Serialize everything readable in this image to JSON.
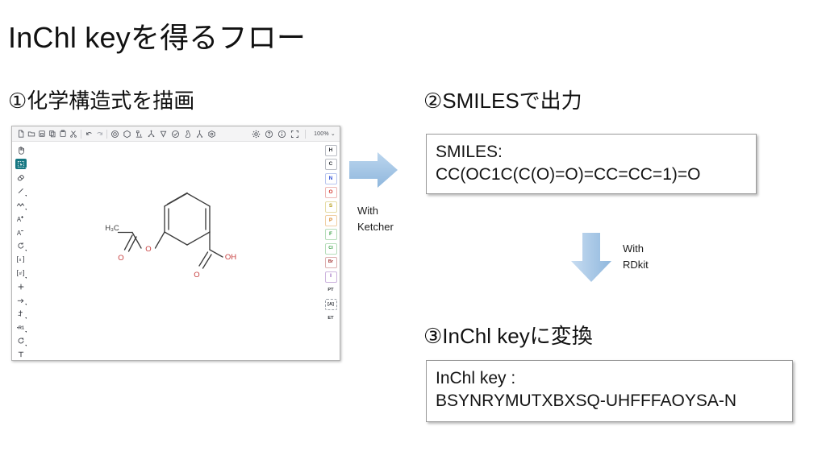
{
  "slide": {
    "title": "InChl keyを得るフロー",
    "steps": {
      "step1": "①化学構造式を描画",
      "step2": "②SMILESで出力",
      "step3": "③InChl keyに変換"
    }
  },
  "ketcher": {
    "zoom_level": "100%",
    "top_toolbar": [
      {
        "name": "new-file-icon",
        "label": "New"
      },
      {
        "name": "open-file-icon",
        "label": "Open"
      },
      {
        "name": "save-file-icon",
        "label": "Save"
      },
      {
        "name": "copy-icon",
        "label": "Copy"
      },
      {
        "name": "paste-icon",
        "label": "Paste"
      },
      {
        "name": "cut-icon",
        "label": "Cut"
      },
      {
        "name": "undo-icon",
        "label": "Undo"
      },
      {
        "name": "redo-icon",
        "label": "Redo"
      },
      {
        "name": "aromatize-icon",
        "label": "Aromatize"
      },
      {
        "name": "dearomatize-icon",
        "label": "Dearomatize"
      },
      {
        "name": "layout-icon",
        "label": "Layout"
      },
      {
        "name": "clean-up-icon",
        "label": "Clean Up"
      },
      {
        "name": "calculate-cip-icon",
        "label": "Calculate CIP"
      },
      {
        "name": "check-structure-icon",
        "label": "Check Structure"
      },
      {
        "name": "calculated-values-icon",
        "label": "Calculated Values"
      },
      {
        "name": "add-rgroup-icon",
        "label": "Add R-Group"
      },
      {
        "name": "3d-viewer-icon",
        "label": "3D Viewer"
      }
    ],
    "top_toolbar_right": [
      {
        "name": "settings-gear-icon",
        "label": "Settings"
      },
      {
        "name": "help-icon",
        "label": "Help"
      },
      {
        "name": "about-info-icon",
        "label": "About"
      },
      {
        "name": "fullscreen-icon",
        "label": "Fullscreen"
      }
    ],
    "left_toolbar": [
      {
        "name": "hand-tool",
        "label": "Hand tool",
        "active": false
      },
      {
        "name": "select-tool",
        "label": "Select",
        "active": true
      },
      {
        "name": "erase-tool",
        "label": "Erase",
        "active": false
      },
      {
        "name": "bond-single-tool",
        "label": "Bond",
        "active": false
      },
      {
        "name": "bond-chain-tool",
        "label": "Chain",
        "active": false
      },
      {
        "name": "charge-plus-tool",
        "label": "Charge Plus",
        "active": false
      },
      {
        "name": "charge-minus-tool",
        "label": "Charge Minus",
        "active": false
      },
      {
        "name": "transform-rotate-tool",
        "label": "Rotate",
        "active": false
      },
      {
        "name": "sgroup-tool",
        "label": "S-Group",
        "active": false
      },
      {
        "name": "reaction-plus-tool",
        "label": "Reaction Plus",
        "active": false
      },
      {
        "name": "reaction-arrow-tool",
        "label": "Reaction Arrow",
        "active": false
      },
      {
        "name": "reaction-mapping-tool",
        "label": "Reaction Mapping",
        "active": false
      },
      {
        "name": "rgroup-tool",
        "label": "R-Group",
        "active": false
      },
      {
        "name": "shape-tool",
        "label": "Shape",
        "active": false
      },
      {
        "name": "text-tool",
        "label": "Text",
        "active": false
      }
    ],
    "element_palette": [
      {
        "symbol": "H",
        "color": "#2f3238"
      },
      {
        "symbol": "C",
        "color": "#2f3238"
      },
      {
        "symbol": "N",
        "color": "#2d4fd6"
      },
      {
        "symbol": "O",
        "color": "#d43b33"
      },
      {
        "symbol": "S",
        "color": "#b59a14"
      },
      {
        "symbol": "P",
        "color": "#d9872c"
      },
      {
        "symbol": "F",
        "color": "#3fa14b"
      },
      {
        "symbol": "Cl",
        "color": "#3fa14b"
      },
      {
        "symbol": "Br",
        "color": "#a33636"
      },
      {
        "symbol": "I",
        "color": "#8a4fb5"
      },
      {
        "symbol": "PT",
        "color": "#2f3238"
      },
      {
        "symbol": "[A]",
        "color": "#2f3238"
      },
      {
        "symbol": "ET",
        "color": "#2f3238"
      }
    ],
    "structure": {
      "name": "aspirin-structure",
      "atom_labels": [
        {
          "text": "H3C",
          "color": "#3a3a3a"
        },
        {
          "text": "O",
          "color": "#c63c3c"
        },
        {
          "text": "O",
          "color": "#c63c3c"
        },
        {
          "text": "O",
          "color": "#c63c3c"
        },
        {
          "text": "OH",
          "color": "#c63c3c"
        }
      ]
    }
  },
  "arrows": {
    "ketcher": {
      "label": "With\nKetcher",
      "color": "#9dc3e6",
      "direction": "right"
    },
    "rdkit": {
      "label": "With\nRDkit",
      "color": "#9dc3e6",
      "direction": "down"
    }
  },
  "boxes": {
    "smiles": {
      "label": "SMILES:",
      "value": "CC(OC1C(C(O)=O)=CC=CC=1)=O"
    },
    "inchi": {
      "label": "InChl key :",
      "value": "BSYNRYMUTXBXSQ-UHFFFAOYSA-N"
    }
  }
}
